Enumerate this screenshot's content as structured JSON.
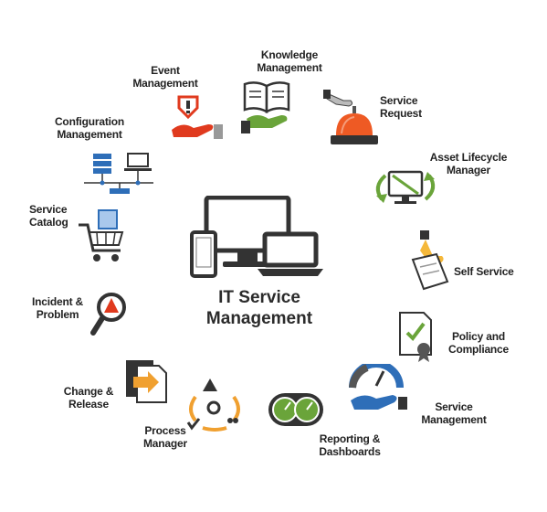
{
  "center": {
    "title": "IT Service\nManagement",
    "icon": "devices-icon"
  },
  "colors": {
    "green": "#6aa43a",
    "orange": "#f0a030",
    "red": "#e03a1e",
    "blue": "#2e6eb8",
    "gray": "#333333"
  },
  "items": [
    {
      "label": "Knowledge\nManagement",
      "icon": "book-hand-icon"
    },
    {
      "label": "Service\nRequest",
      "icon": "service-bell-icon"
    },
    {
      "label": "Asset Lifecycle\nManager",
      "icon": "monitor-cycle-icon"
    },
    {
      "label": "Self Service",
      "icon": "hand-paper-icon"
    },
    {
      "label": "Policy and\nCompliance",
      "icon": "certificate-icon"
    },
    {
      "label": "Service\nManagement",
      "icon": "gauge-hand-icon"
    },
    {
      "label": "Reporting &\nDashboards",
      "icon": "dashboard-icon"
    },
    {
      "label": "Process\nManager",
      "icon": "process-cycle-icon"
    },
    {
      "label": "Change &\nRelease",
      "icon": "change-doc-icon"
    },
    {
      "label": "Incident &\nProblem",
      "icon": "magnifier-warning-icon"
    },
    {
      "label": "Service\nCatalog",
      "icon": "shopping-cart-icon"
    },
    {
      "label": "Configuration\nManagement",
      "icon": "network-icon"
    },
    {
      "label": "Event\nManagement",
      "icon": "alert-hand-icon"
    }
  ]
}
